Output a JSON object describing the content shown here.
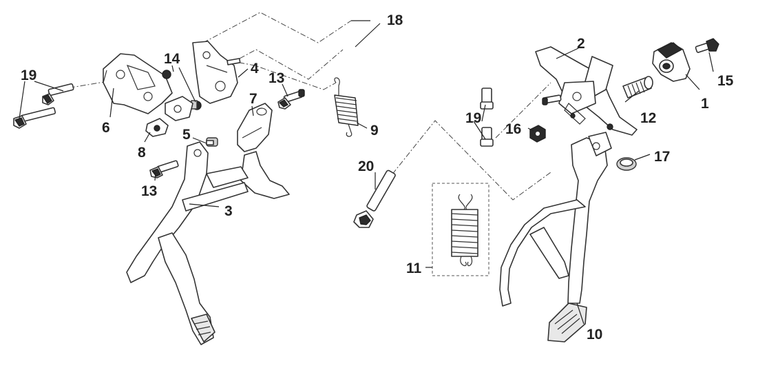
{
  "callouts": {
    "c1": "1",
    "c2": "2",
    "c3": "3",
    "c4": "4",
    "c5": "5",
    "c6": "6",
    "c7": "7",
    "c8": "8",
    "c9": "9",
    "c10": "10",
    "c11": "11",
    "c12": "12",
    "c13a": "13",
    "c13b": "13",
    "c14": "14",
    "c15": "15",
    "c16": "16",
    "c17": "17",
    "c18": "18",
    "c19a": "19",
    "c19b": "19",
    "c20": "20"
  },
  "colors": {
    "line": "#333333",
    "background": "#ffffff"
  }
}
